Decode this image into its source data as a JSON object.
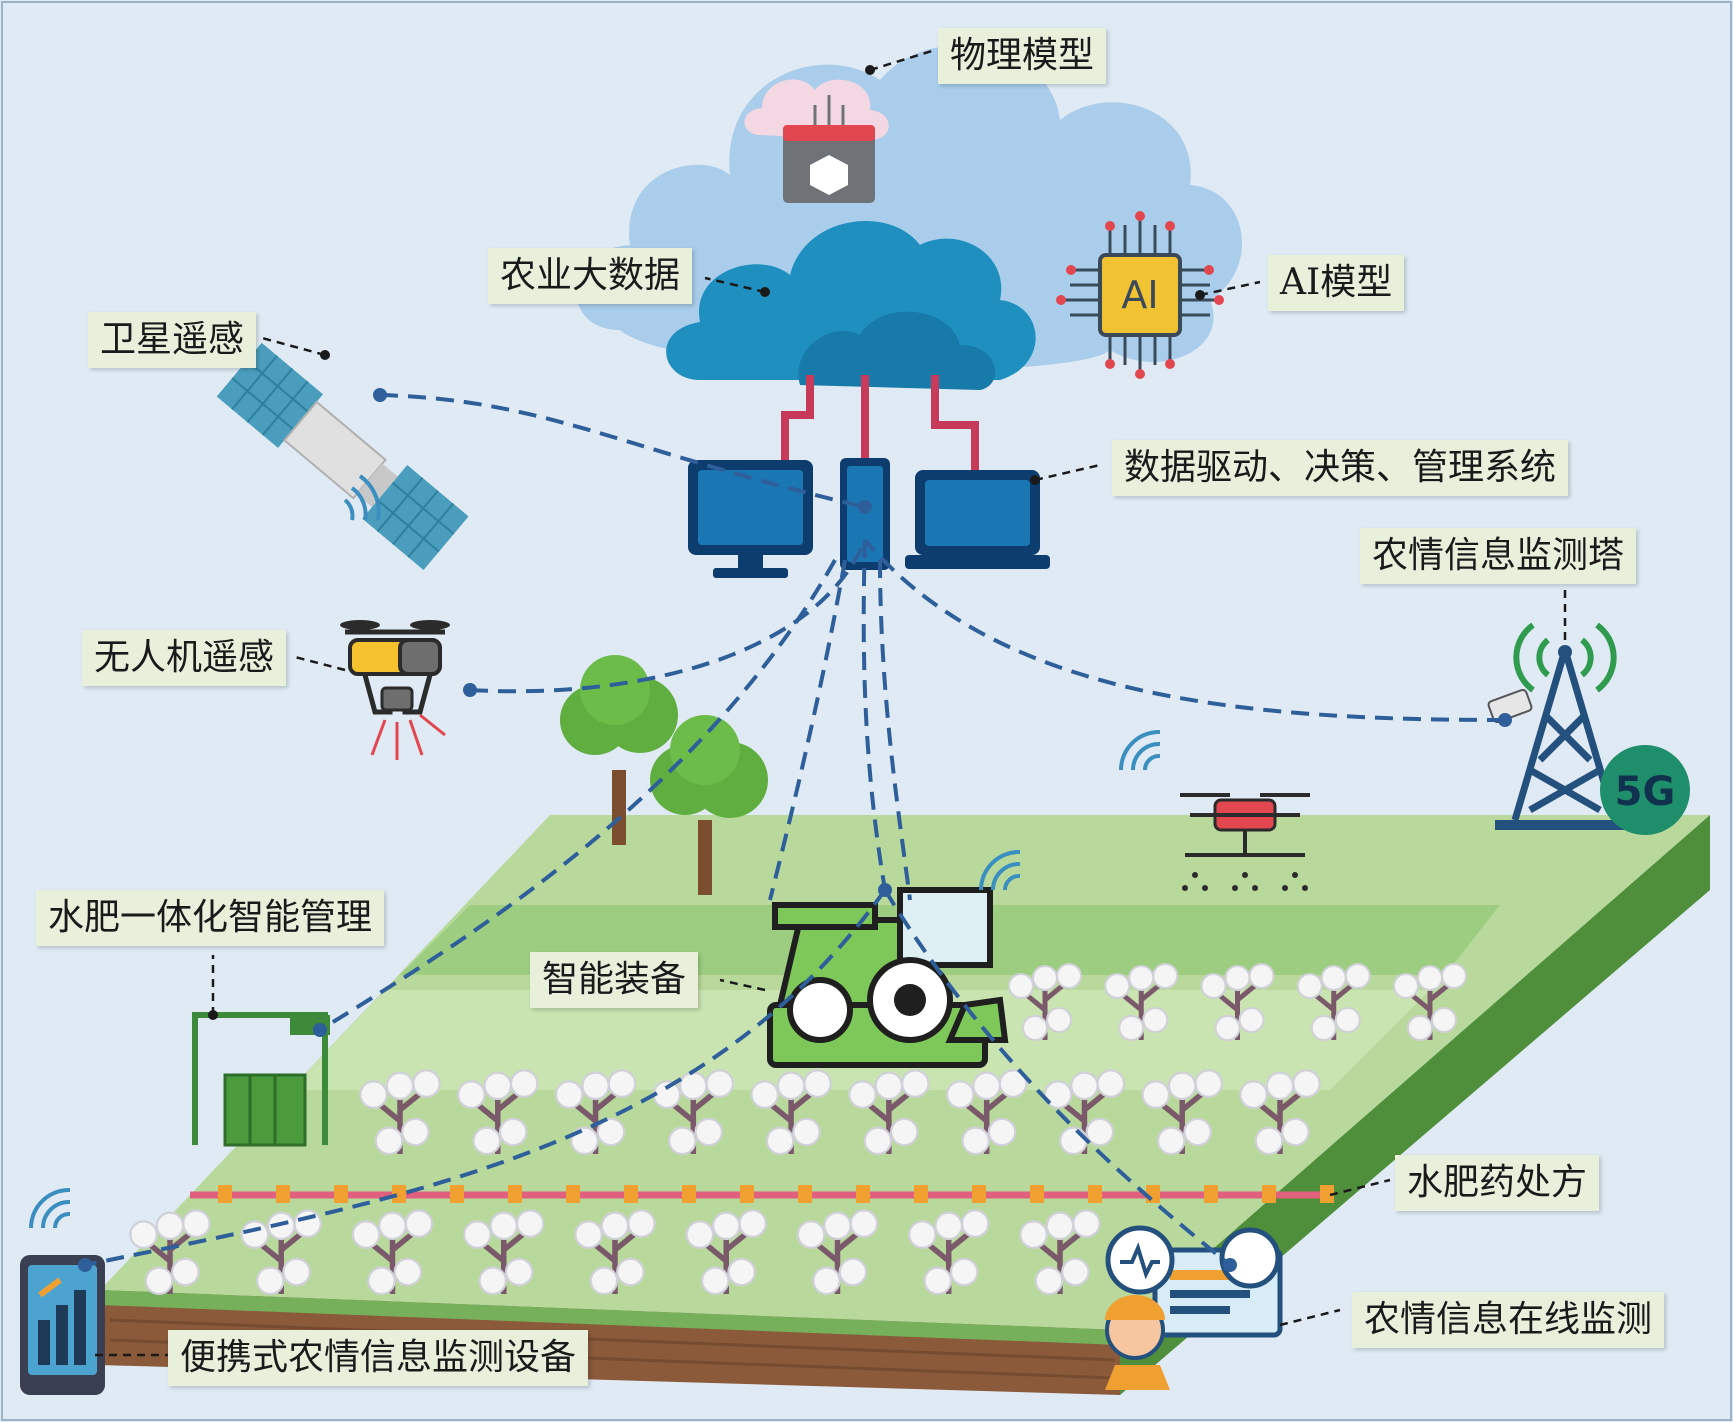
{
  "labels": {
    "physical_model": "物理模型",
    "agri_big_data": "农业大数据",
    "ai_model": "AI模型",
    "satellite_rs": "卫星遥感",
    "decision_system": "数据驱动、决策、管理系统",
    "monitor_tower": "农情信息监测塔",
    "uav_rs": "无人机遥感",
    "water_fert_mgmt": "水肥一体化智能管理",
    "smart_equipment": "智能装备",
    "prescription": "水肥药处方",
    "online_monitor": "农情信息在线监测",
    "portable_device": "便携式农情信息监测设备"
  },
  "icons": {
    "ai_chip_text": "AI",
    "tower_badge": "5G"
  },
  "colors": {
    "background": "#dfeaf4",
    "cloud_light": "#a9cdea",
    "cloud_dark": "#1e87b8",
    "field_light": "#b9d99c",
    "field_mid": "#8fc46e",
    "field_side": "#4f8f3c",
    "link_dash": "#2e5f9a",
    "label_bg": "#e8f0dc",
    "drip_line": "#e0607e"
  }
}
